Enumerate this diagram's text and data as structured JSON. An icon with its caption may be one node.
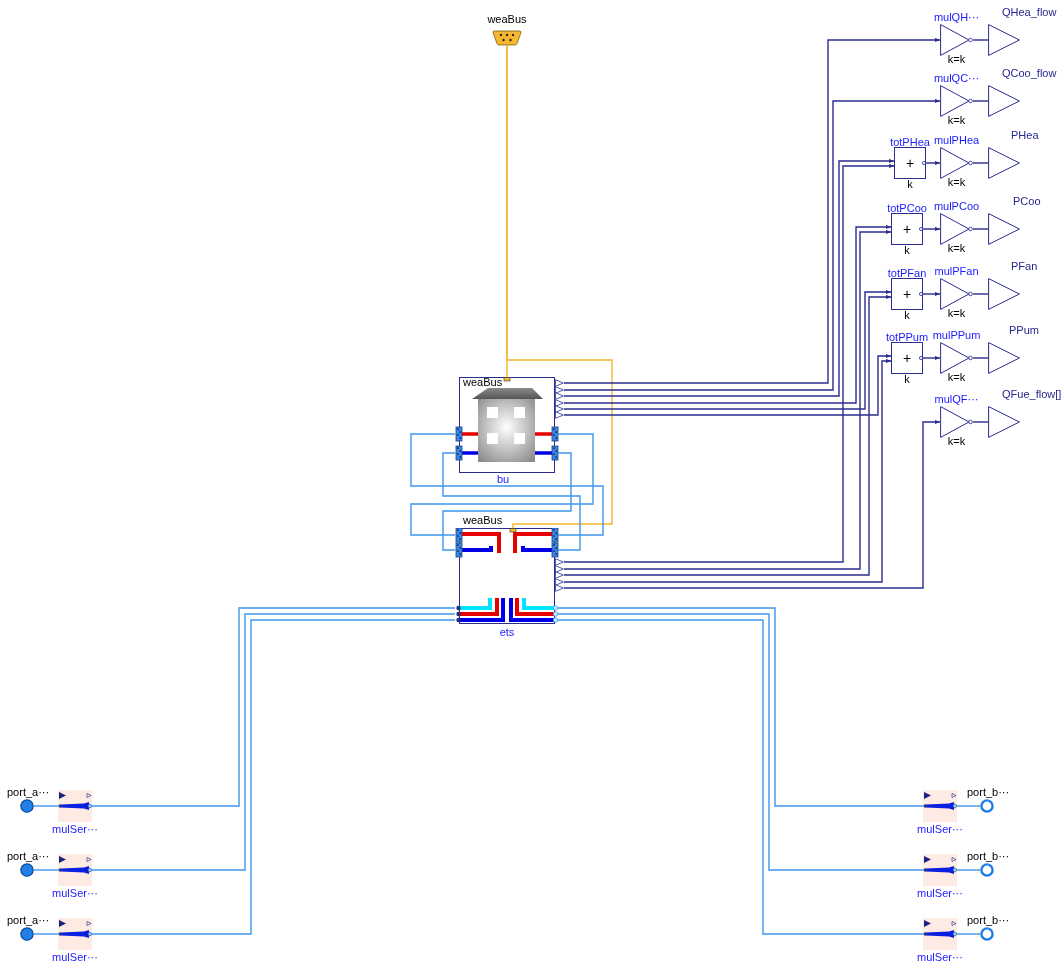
{
  "diagram": {
    "nodes": [
      {
        "text": [
          "weaBus"
        ]
      },
      {
        "text": [
          "mulQH···",
          "k=k"
        ]
      },
      {
        "text": [
          "QHea_flow"
        ]
      },
      {
        "text": [
          "mulQC···",
          "k=k"
        ]
      },
      {
        "text": [
          "QCoo_flow"
        ]
      },
      {
        "text": [
          "totPHea",
          "+",
          "k"
        ]
      },
      {
        "text": [
          "mulPHea",
          "k=k"
        ]
      },
      {
        "text": [
          "PHea"
        ]
      },
      {
        "text": [
          "totPCoo",
          "+",
          "k"
        ]
      },
      {
        "text": [
          "mulPCoo",
          "k=k"
        ]
      },
      {
        "text": [
          "PCoo"
        ]
      },
      {
        "text": [
          "totPFan",
          "+",
          "k"
        ]
      },
      {
        "text": [
          "mulPFan",
          "k=k"
        ]
      },
      {
        "text": [
          "PFan"
        ]
      },
      {
        "text": [
          "totPPum",
          "+",
          "k"
        ]
      },
      {
        "text": [
          "mulPPum",
          "k=k"
        ]
      },
      {
        "text": [
          "PPum"
        ]
      },
      {
        "text": [
          "mulQF···",
          "k=k"
        ]
      },
      {
        "text": [
          "QFue_flow[]"
        ]
      },
      {
        "text": [
          "weaBus",
          "bu"
        ]
      },
      {
        "text": [
          "weaBus",
          "ets"
        ]
      },
      {
        "text": [
          "port_a···"
        ]
      },
      {
        "text": [
          "mulSer···"
        ]
      },
      {
        "text": [
          "mulSer···"
        ]
      },
      {
        "text": [
          "port_b···"
        ]
      },
      {
        "text": [
          "port_a···"
        ]
      },
      {
        "text": [
          "mulSer···"
        ]
      },
      {
        "text": [
          "mulSer···"
        ]
      },
      {
        "text": [
          "port_b···"
        ]
      },
      {
        "text": [
          "port_a···"
        ]
      },
      {
        "text": [
          "mulSer···"
        ]
      },
      {
        "text": [
          "mulSer···"
        ]
      },
      {
        "text": [
          "port_b···"
        ]
      }
    ],
    "edges": [
      {
        "from": 0,
        "to": 19,
        "arrow": "none",
        "color": "#f5b52c"
      },
      {
        "from": 0,
        "to": 20,
        "arrow": "none",
        "color": "#f5b52c"
      },
      {
        "from": 19,
        "to": 1,
        "arrow": "to"
      },
      {
        "from": 1,
        "to": 2,
        "arrow": "none"
      },
      {
        "from": 19,
        "to": 3,
        "arrow": "to"
      },
      {
        "from": 3,
        "to": 4,
        "arrow": "none"
      },
      {
        "from": 19,
        "to": 5,
        "arrow": "to"
      },
      {
        "from": 20,
        "to": 5,
        "arrow": "to"
      },
      {
        "from": 5,
        "to": 6,
        "arrow": "to"
      },
      {
        "from": 6,
        "to": 7,
        "arrow": "none"
      },
      {
        "from": 19,
        "to": 8,
        "arrow": "to"
      },
      {
        "from": 20,
        "to": 8,
        "arrow": "to"
      },
      {
        "from": 8,
        "to": 9,
        "arrow": "to"
      },
      {
        "from": 9,
        "to": 10,
        "arrow": "none"
      },
      {
        "from": 19,
        "to": 11,
        "arrow": "to"
      },
      {
        "from": 20,
        "to": 11,
        "arrow": "to"
      },
      {
        "from": 11,
        "to": 12,
        "arrow": "to"
      },
      {
        "from": 12,
        "to": 13,
        "arrow": "none"
      },
      {
        "from": 19,
        "to": 14,
        "arrow": "to"
      },
      {
        "from": 20,
        "to": 14,
        "arrow": "to"
      },
      {
        "from": 14,
        "to": 15,
        "arrow": "to"
      },
      {
        "from": 15,
        "to": 16,
        "arrow": "none"
      },
      {
        "from": 20,
        "to": 17,
        "arrow": "to"
      },
      {
        "from": 17,
        "to": 18,
        "arrow": "none"
      },
      {
        "from": 19,
        "to": 20,
        "arrow": "none",
        "color": "#3c96f0"
      },
      {
        "from": 19,
        "to": 20,
        "arrow": "none",
        "color": "#3c96f0"
      },
      {
        "from": 19,
        "to": 20,
        "arrow": "none",
        "color": "#3c96f0"
      },
      {
        "from": 19,
        "to": 20,
        "arrow": "none",
        "color": "#3c96f0"
      },
      {
        "from": 21,
        "to": 22,
        "arrow": "none",
        "color": "#3c96f0"
      },
      {
        "from": 22,
        "to": 20,
        "arrow": "none",
        "color": "#3c96f0"
      },
      {
        "from": 20,
        "to": 23,
        "arrow": "none",
        "color": "#3c96f0"
      },
      {
        "from": 23,
        "to": 24,
        "arrow": "none",
        "color": "#3c96f0"
      },
      {
        "from": 25,
        "to": 26,
        "arrow": "none",
        "color": "#3c96f0"
      },
      {
        "from": 26,
        "to": 20,
        "arrow": "none",
        "color": "#3c96f0"
      },
      {
        "from": 20,
        "to": 27,
        "arrow": "none",
        "color": "#3c96f0"
      },
      {
        "from": 27,
        "to": 28,
        "arrow": "none",
        "color": "#3c96f0"
      },
      {
        "from": 29,
        "to": 30,
        "arrow": "none",
        "color": "#3c96f0"
      },
      {
        "from": 30,
        "to": 20,
        "arrow": "none",
        "color": "#3c96f0"
      },
      {
        "from": 20,
        "to": 31,
        "arrow": "none",
        "color": "#3c96f0"
      },
      {
        "from": 31,
        "to": 32,
        "arrow": "none",
        "color": "#3c96f0"
      }
    ]
  }
}
